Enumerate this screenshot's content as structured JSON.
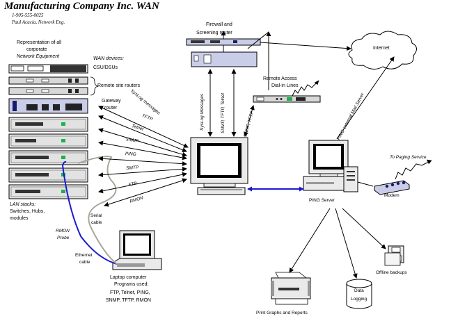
{
  "header": {
    "title": "Manufacturing Company Inc. WAN",
    "phone": "1-905-555-0025",
    "author": "Paul Acacia, Network Eng."
  },
  "labels": {
    "equipment_line1": "Representation of all",
    "equipment_line2": "corporate",
    "equipment_line3": "Network Equipment",
    "wan_devices": "WAN devices:",
    "csu_dsus": "CSU/DSUs",
    "remote_site_routers": "Remote site routers",
    "gateway_line1": "Gateway",
    "gateway_line2": "router",
    "lan_line1": "LAN stacks:",
    "lan_line2": "Switches, Hubs,",
    "lan_line3": "modules",
    "rmon_probe_line1": "RMON",
    "rmon_probe_line2": "Probe",
    "ethernet_line1": "Ethernet",
    "ethernet_line2": "cable",
    "serial_line1": "Serial",
    "serial_line2": "cable",
    "laptop_line1": "Laptop computer",
    "laptop_line2": "Programs used:",
    "laptop_line3": "FTP, Telnet, PING,",
    "laptop_line4": "SNMP, TFTP, RMON",
    "firewall_line1": "Firewall and",
    "firewall_line2": "Screening router",
    "internet": "Internet",
    "remote_access_line1": "Remote Access",
    "remote_access_line2": "Dial-in Lines",
    "to_paging": "To Paging Service",
    "modem": "Modem",
    "ping_server": "PING Server",
    "offline_backups": "Offline backups",
    "data_logging_line1": "Data",
    "data_logging_line2": "Logging",
    "print_graphs": "Print Graphs and Reports"
  },
  "arrows": {
    "syslog_messages": "SysLog messages",
    "tftp": "TFTP",
    "telnet": "Telnet",
    "snmp": "SNMP",
    "ping": "PING",
    "smtp": "SMTP",
    "ftp": "FTP",
    "rmon": "RMON",
    "syslog_firewall": "SysLog Messages",
    "snmp_tftp_telnet": "SNMP, TFTP, Telnet",
    "snmp_tftp_remote": "SNMP, TFTP",
    "ping_internet": "PING external Mail Server"
  },
  "colors": {
    "ethernet": "#1a1ad0",
    "serial": "#a8a89a",
    "device_blue": "#c9cde8",
    "device_gray": "#d8d8d8",
    "link_blue": "#1a1ad0"
  }
}
